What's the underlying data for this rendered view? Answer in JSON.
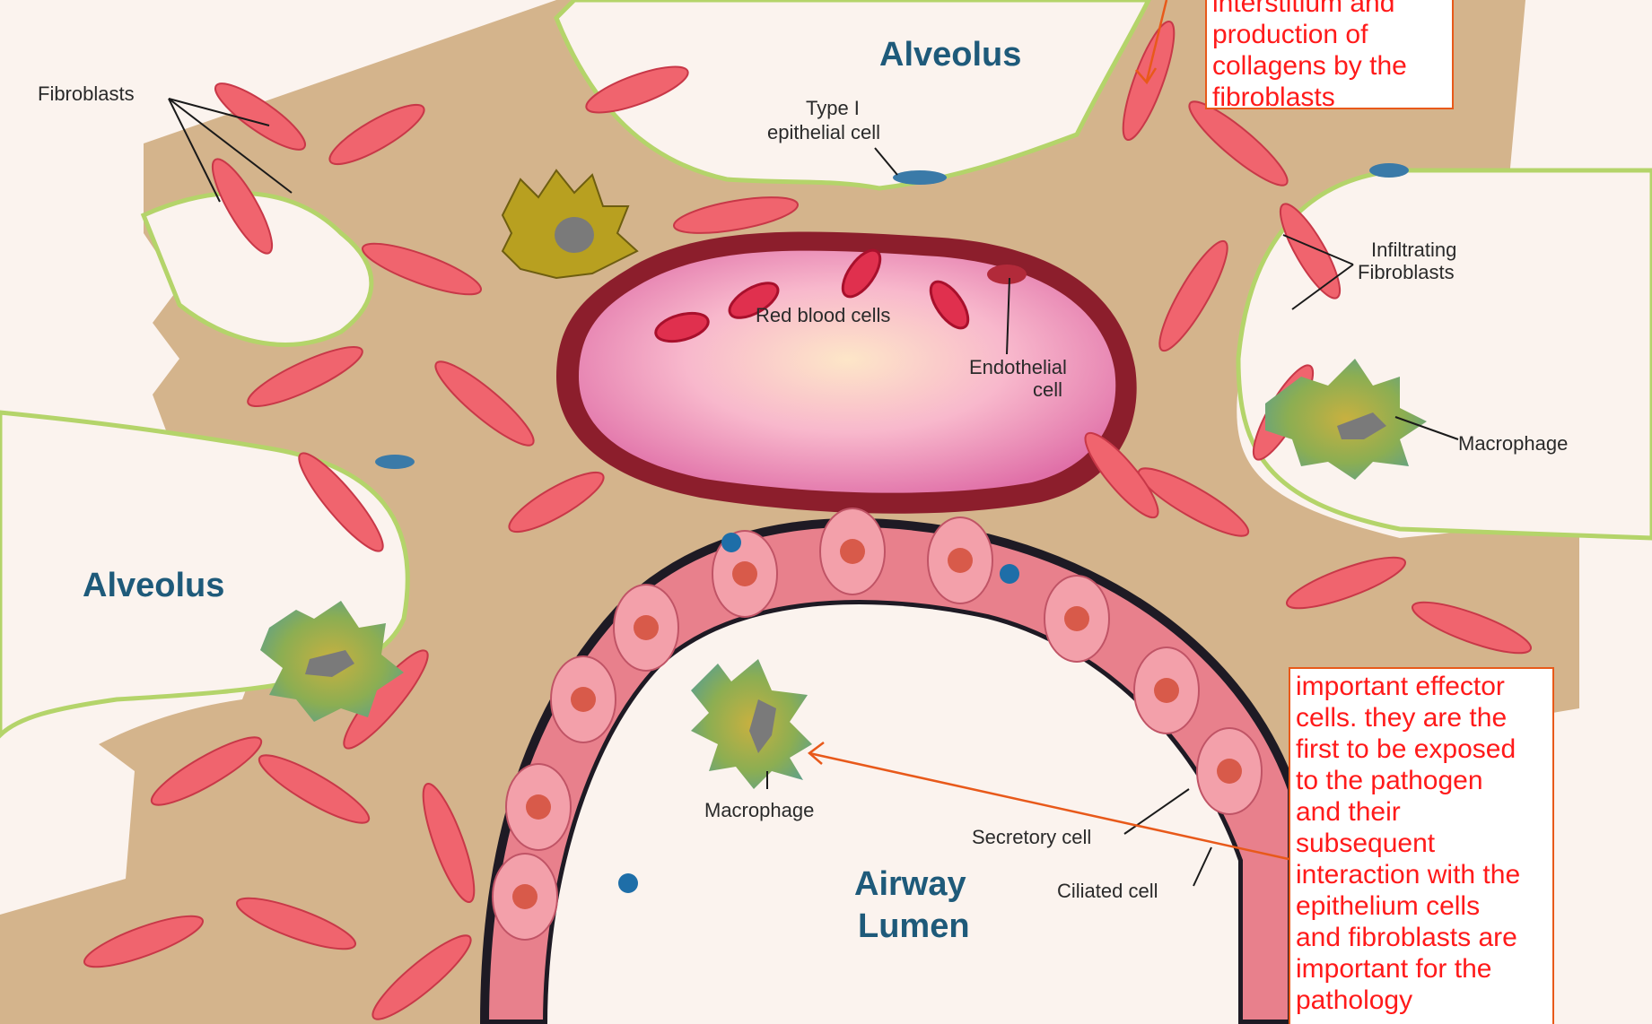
{
  "labels": {
    "alveolus_top": "Alveolus",
    "alveolus_left": "Alveolus",
    "fibroblasts": "Fibroblasts",
    "type1_line1": "Type I",
    "type1_line2": "epithelial cell",
    "infiltrating_line1": "Infiltrating",
    "infiltrating_line2": "Fibroblasts",
    "red_blood_cells": "Red blood cells",
    "endothelial_line1": "Endothelial",
    "endothelial_line2": "cell",
    "macrophage_right": "Macrophage",
    "macrophage_center": "Macrophage",
    "secretory_cell": "Secretory cell",
    "ciliated_cell": "Ciliated cell",
    "airway_line1": "Airway",
    "airway_line2": "Lumen"
  },
  "annotations": {
    "top_note": {
      "lines": [
        "interstitium and",
        "production of",
        "collagens by the",
        "fibroblasts"
      ]
    },
    "bottom_note": {
      "lines": [
        "important effector",
        "cells. they are the",
        "first to be exposed",
        "to the pathogen",
        "and their",
        "subsequent",
        "interaction with the",
        "epithelium cells",
        "and fibroblasts are",
        "important for the",
        "pathology"
      ]
    }
  },
  "colors": {
    "background": "#fbf3ee",
    "interstitium": "#d4b48c",
    "fibroblast": "#f0646e",
    "alveolar_lining": "#b4d46a",
    "vessel_wall": "#8c1e2c",
    "vessel_lumen": "#f2a4c8",
    "epithelium": "#e8808c",
    "basement_membrane": "#1e1a24",
    "macrophage": "#9aa84a",
    "label_blue": "#1e5a7a",
    "note_border": "#e8591a",
    "note_text": "#ff1a1a"
  }
}
